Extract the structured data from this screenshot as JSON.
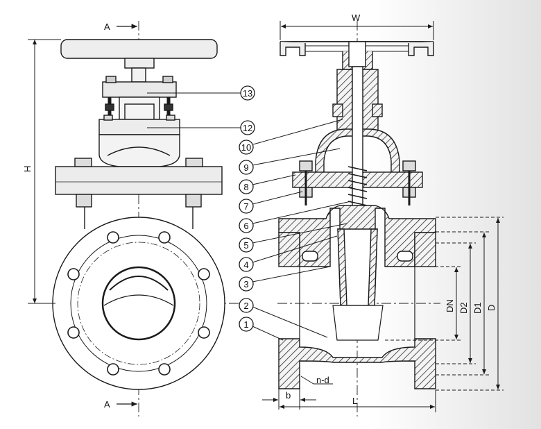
{
  "section_markers": {
    "top": "A",
    "bottom": "A"
  },
  "dimensions": {
    "height": "H",
    "width": "W",
    "dn": "DN",
    "d2": "D2",
    "d1": "D1",
    "d": "D",
    "flange_thickness": "b",
    "length": "L",
    "bolt_holes": "n-d"
  },
  "callouts": [
    "1",
    "2",
    "3",
    "4",
    "5",
    "6",
    "7",
    "8",
    "9",
    "10",
    "12",
    "13"
  ],
  "colors": {
    "line": "#1a1a1a",
    "hatch": "#2a2a2a",
    "part_fill": "#e9e9e9",
    "background": "#ffffff"
  }
}
